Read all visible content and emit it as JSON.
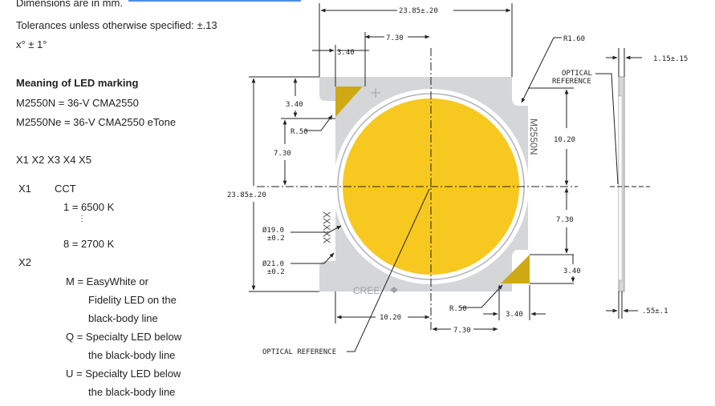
{
  "left": {
    "dimensions_note": "Dimensions are in mm.",
    "tolerances": "Tolerances unless otherwise specified: ±.13",
    "angle_tol": "x° ± 1°",
    "marking_title": "Meaning of LED marking",
    "marking_1": "M2550N = 36-V CMA2550",
    "marking_2": "M2550Ne = 36-V CMA2550 eTone",
    "code_fields": "X1 X2 X3 X4 X5",
    "x1": "X1",
    "cct": "CCT",
    "cct_1": "1 = 6500 K",
    "ellipsis": "⋮",
    "cct_8": "8 = 2700 K",
    "x2": "X2",
    "m_line1": "M = EasyWhite or",
    "m_line2": "Fidelity LED on the",
    "m_line3": "black-body line",
    "q_line1": "Q = Specialty LED below",
    "q_line2": "the black-body line",
    "u_line1": "U = Specialty LED below",
    "u_line2": "the black-body line"
  },
  "drawing": {
    "dim_overall_width": "23.85±.20",
    "dim_overall_height": "23.85±.20",
    "dim_730_top": "7.30",
    "dim_340_top": "3.40",
    "dim_r160": "R1.60",
    "dim_340_left": "3.40",
    "dim_r50_top": "R.50",
    "dim_730_left": "7.30",
    "dim_1020_right": "10.20",
    "dim_730_right": "7.30",
    "dim_340_right": "3.40",
    "dim_dia19": "Ø19.0",
    "dim_dia19_tol": "±0.2",
    "dim_dia21": "Ø21.0",
    "dim_dia21_tol": "±0.2",
    "dim_r50_bottom": "R.50",
    "dim_340_bottom": "3.40",
    "dim_1020_bottom": "10.20",
    "dim_730_bottom": "7.30",
    "optical_ref_top_1": "OPTICAL",
    "optical_ref_top_2": "REFERENCE",
    "optical_ref_bottom": "OPTICAL REFERENCE",
    "dim_thickness": "1.15±.15",
    "dim_thin": ".55±.1",
    "part_marking": "M2550N",
    "code_marking": "XXXXX",
    "brand": "CREE",
    "colors": {
      "substrate": "#d4d6d8",
      "emitter": "#f7c81f",
      "ring": "#ffffff",
      "pad": "#cfa914",
      "accent_rule": "#4a90e2"
    }
  }
}
